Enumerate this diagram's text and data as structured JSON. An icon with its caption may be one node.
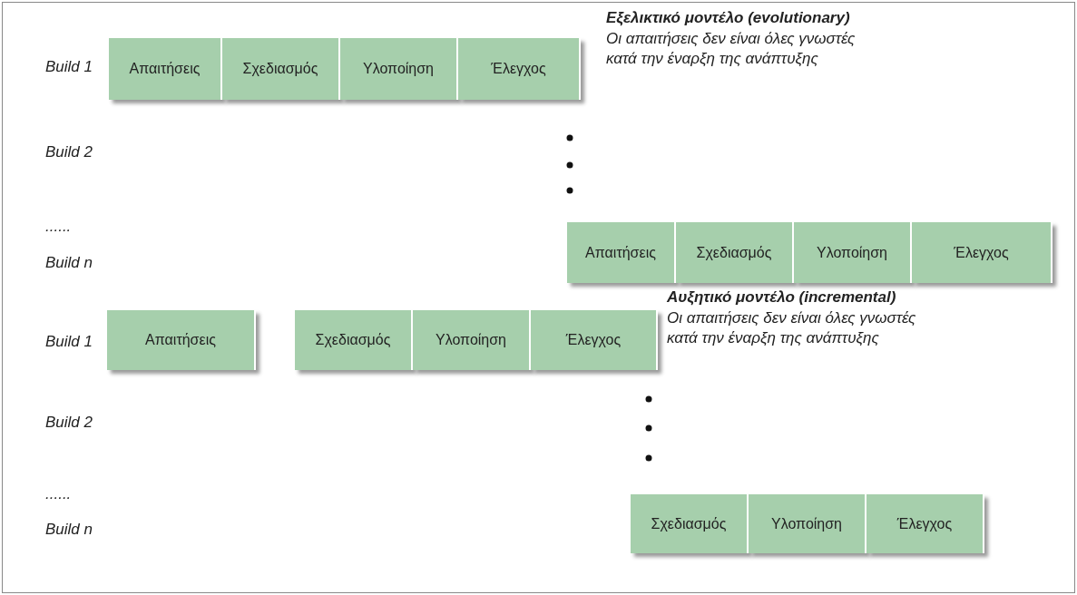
{
  "diagram": {
    "nodes": [
      {
        "text": [
          "Απαιτήσεις"
        ]
      },
      {
        "text": [
          "Σχεδιασμός"
        ]
      },
      {
        "text": [
          "Υλοποίηση"
        ]
      },
      {
        "text": [
          "Έλεγχος"
        ]
      },
      {
        "text": [
          "Απαιτήσεις"
        ]
      },
      {
        "text": [
          "Σχεδιασμός"
        ]
      },
      {
        "text": [
          "Υλοποίηση"
        ]
      },
      {
        "text": [
          "Έλεγχος"
        ]
      },
      {
        "text": [
          "Απαιτήσεις"
        ]
      },
      {
        "text": [
          "Σχεδιασμός"
        ]
      },
      {
        "text": [
          "Υλοποίηση"
        ]
      },
      {
        "text": [
          "Έλεγχος"
        ]
      },
      {
        "text": [
          "Σχεδιασμός"
        ]
      },
      {
        "text": [
          "Υλοποίηση"
        ]
      },
      {
        "text": [
          "Έλεγχος"
        ]
      }
    ],
    "edges": [],
    "labels": [
      "Build 1",
      "Εξελικτικό μοντέλο (evolutionary)",
      "Οι απαιτήσεις δεν είναι όλες γνωστές κατά την έναρξη της ανάπτυξης",
      "Build 2",
      "......",
      "Build n",
      "Build 1",
      "Αυξητικό μοντέλο (incremental)",
      "Οι απαιτήσεις δεν είναι όλες γνωστές κατά την έναρξη της ανάπτυξης",
      "Build 2",
      "......",
      "Build n"
    ]
  }
}
